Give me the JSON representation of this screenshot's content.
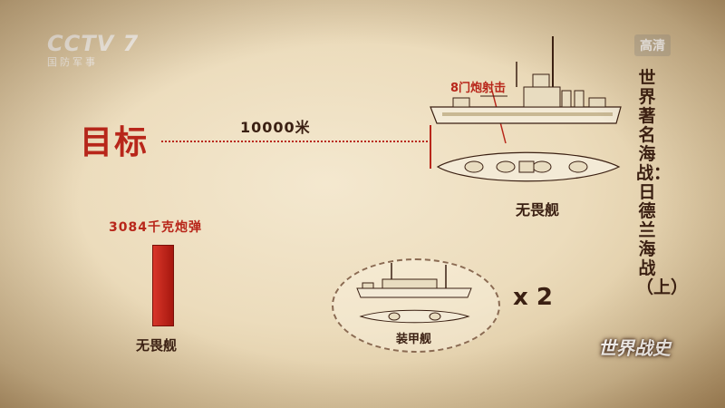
{
  "channel": {
    "logo": "CCTV 7",
    "sub": "国防军事",
    "hd": "高清"
  },
  "target_label": "目标",
  "distance_label": "10000米",
  "gun_label": "8门炮射击",
  "dreadnought_caption": "无畏舰",
  "shell_label": "3084千克炮弹",
  "shell_caption": "无畏舰",
  "armored_caption": "装甲舰",
  "multiplier": "x 2",
  "program_title": "世界著名海战：日德兰海战（上）",
  "program_logo": "世界战史",
  "colors": {
    "accent_red": "#b8261a",
    "ink": "#3a1f12",
    "paper": "#ecdcbc"
  }
}
